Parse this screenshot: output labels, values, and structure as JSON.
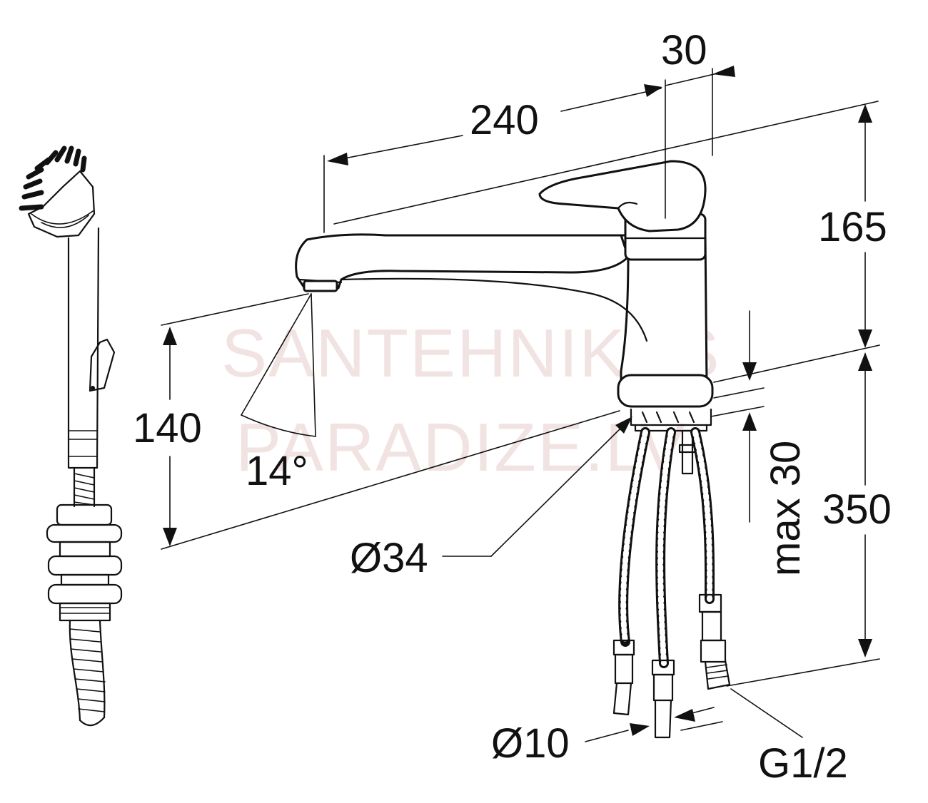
{
  "watermark": {
    "line1": "SANTEHNIKAS",
    "line2": "PARADIZE.LV"
  },
  "dimensions": {
    "spout_reach": "240",
    "lever_offset": "30",
    "body_height": "165",
    "spout_height": "140",
    "spout_angle": "14°",
    "base_diameter": "Ø34",
    "deck_thickness": "max 30",
    "hose_length": "350",
    "hose_end_diameter": "Ø10",
    "thread": "G1/2"
  }
}
